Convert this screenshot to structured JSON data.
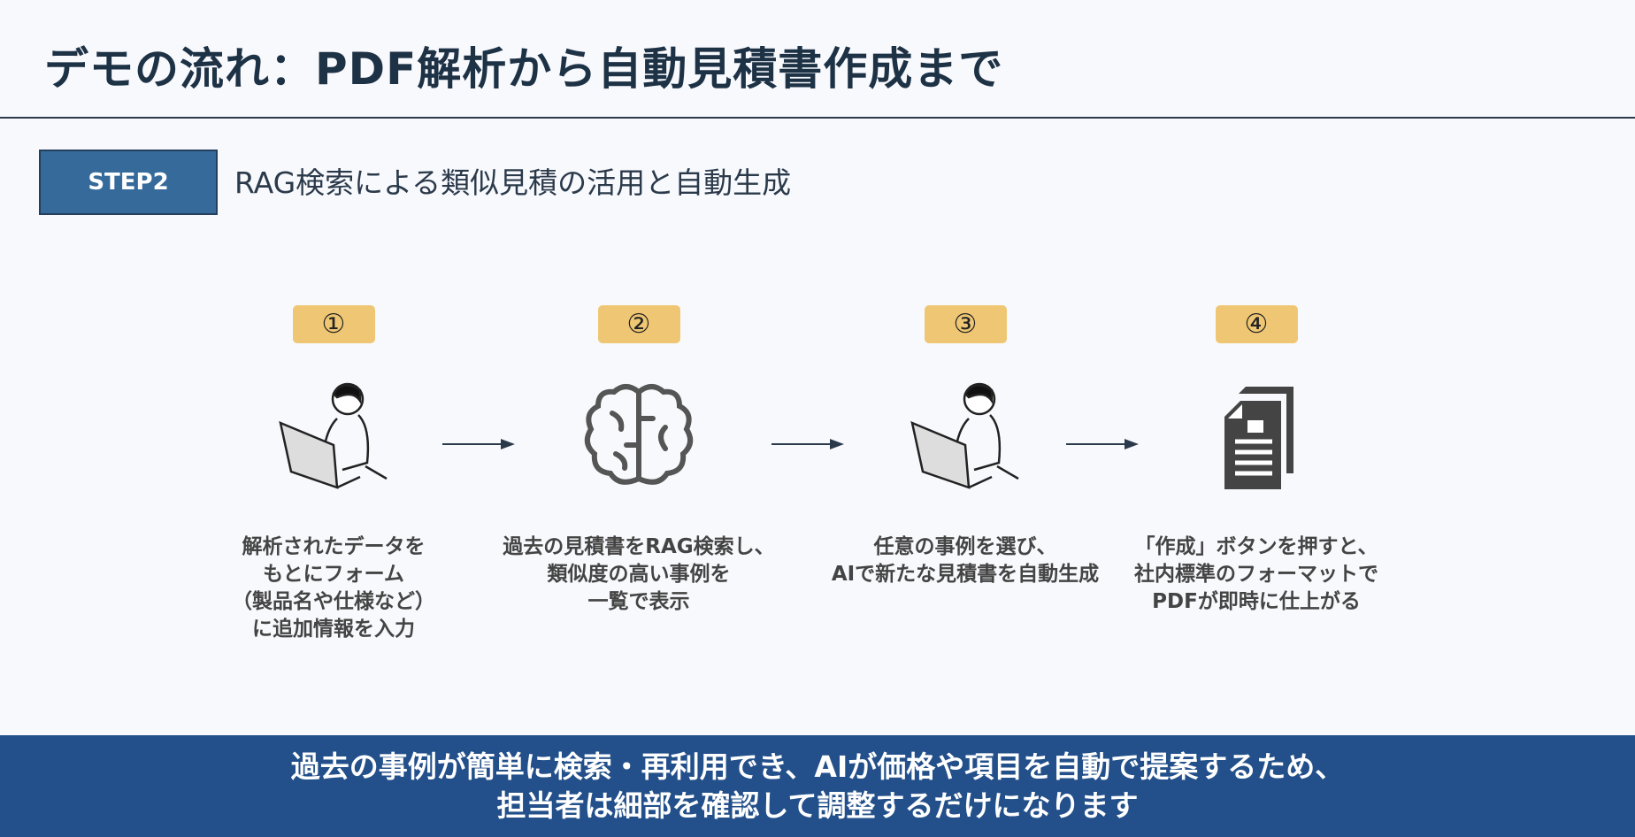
{
  "title": "デモの流れ：PDF解析から自動見積書作成まで",
  "step": {
    "label": "STEP2",
    "subtitle": "RAG検索による類似見積の活用と自動生成"
  },
  "steps": [
    {
      "badge": "①",
      "icon": "person-laptop-icon",
      "text": "解析されたデータを\nもとにフォーム\n（製品名や仕様など）\nに追加情報を入力"
    },
    {
      "badge": "②",
      "icon": "brain-icon",
      "text": "過去の見積書をRAG検索し、\n類似度の高い事例を\n一覧で表示"
    },
    {
      "badge": "③",
      "icon": "person-laptop-icon",
      "text": "任意の事例を選び、\nAIで新たな見積書を自動生成"
    },
    {
      "badge": "④",
      "icon": "document-icon",
      "text": "「作成」ボタンを押すと、\n社内標準のフォーマットで\nPDFが即時に仕上がる"
    }
  ],
  "footer": {
    "line1": "過去の事例が簡単に検索・再利用でき、AIが価格や項目を自動で提案するため、",
    "line2": "担当者は細部を確認して調整するだけになります"
  },
  "colors": {
    "accent": "#356a9b",
    "badge": "#efc774",
    "footer": "#23508a"
  }
}
